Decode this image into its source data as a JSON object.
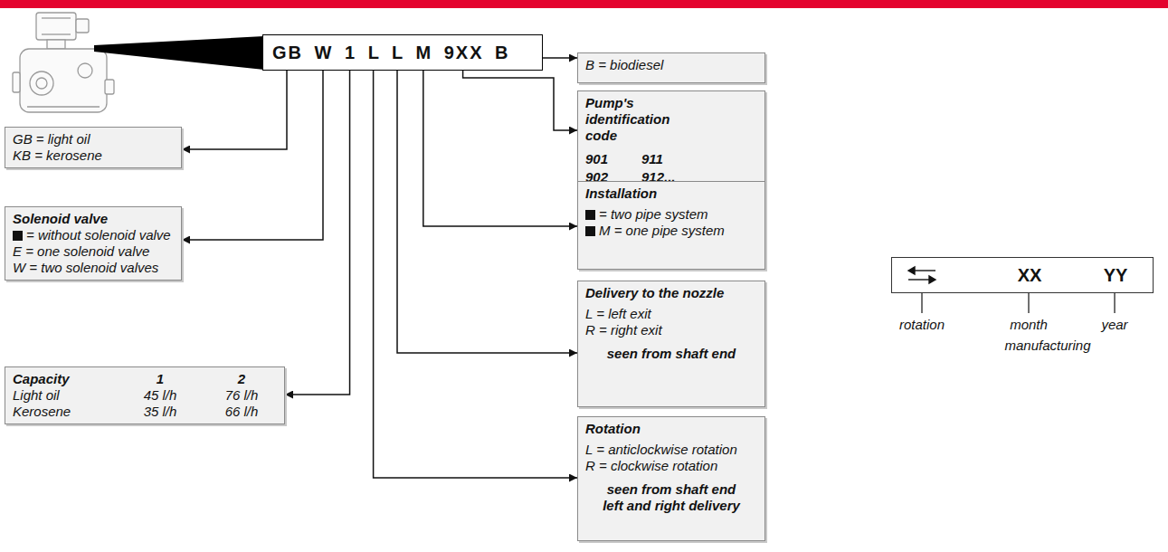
{
  "diagram": {
    "nodes": [
      {
        "text": [
          "GB W 1 L L M 9XX B"
        ]
      },
      {
        "text": [
          "B = biodiesel"
        ]
      },
      {
        "text": [
          "Pump's identification code",
          "901",
          "911",
          "902",
          "912..."
        ]
      },
      {
        "text": [
          "Installation",
          "= two pipe system",
          "M = one pipe system"
        ]
      },
      {
        "text": [
          "Delivery to the nozzle",
          "L = left exit",
          "R = right exit",
          "seen from shaft end"
        ]
      },
      {
        "text": [
          "Rotation",
          "L = anticlockwise rotation",
          "R = clockwise rotation",
          "seen from shaft end left and right delivery"
        ]
      },
      {
        "text": [
          "GB = light oil",
          "KB = kerosene"
        ]
      },
      {
        "text": [
          "Solenoid valve",
          "= without solenoid valve",
          "E = one solenoid valve",
          "W = two solenoid valves"
        ]
      },
      {
        "text": [
          "Capacity",
          "1",
          "2",
          "Light oil",
          "45 l/h",
          "76 l/h",
          "Kerosene",
          "35 l/h",
          "66 l/h"
        ]
      },
      {
        "text": [
          "XX",
          "YY"
        ]
      }
    ],
    "edges": [
      {
        "from": 0,
        "to": 1,
        "arrow": "to"
      },
      {
        "from": 0,
        "to": 2,
        "arrow": "to"
      },
      {
        "from": 0,
        "to": 3,
        "arrow": "to"
      },
      {
        "from": 0,
        "to": 4,
        "arrow": "to"
      },
      {
        "from": 0,
        "to": 5,
        "arrow": "to"
      },
      {
        "from": 0,
        "to": 6,
        "arrow": "to"
      },
      {
        "from": 0,
        "to": 7,
        "arrow": "to"
      },
      {
        "from": 0,
        "to": 8,
        "arrow": "to"
      }
    ],
    "labels": [
      "rotation",
      "month",
      "year",
      "manufacturing"
    ]
  }
}
